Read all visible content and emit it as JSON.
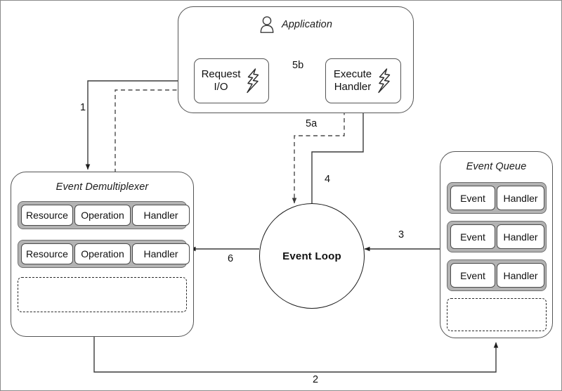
{
  "diagram": {
    "title": "Reactor pattern / event loop architecture",
    "colors": {
      "stroke": "#3b3b3b",
      "row_frame_fill": "#b3b3b3",
      "box_fill": "#ffffff",
      "page_border": "#8a8a8a"
    }
  },
  "application": {
    "title": "Application",
    "icon": "user-icon",
    "boxes": [
      {
        "label": "Request\nI/O",
        "icon": "lightning-bolt-icon"
      },
      {
        "label": "Execute\nHandler",
        "icon": "lightning-bolt-icon"
      }
    ]
  },
  "demultiplexer": {
    "title": "Event Demultiplexer",
    "columns": [
      "Resource",
      "Operation",
      "Handler"
    ],
    "rows": [
      [
        "Resource",
        "Operation",
        "Handler"
      ],
      [
        "Resource",
        "Operation",
        "Handler"
      ]
    ],
    "empty_slot": ""
  },
  "event_queue": {
    "title": "Event Queue",
    "columns": [
      "Event",
      "Handler"
    ],
    "rows": [
      [
        "Event",
        "Handler"
      ],
      [
        "Event",
        "Handler"
      ],
      [
        "Event",
        "Handler"
      ]
    ],
    "empty_slot": ""
  },
  "event_loop": {
    "label": "Event Loop"
  },
  "edges": [
    {
      "id": "e1",
      "label": "1",
      "style": "solid",
      "from": "Application",
      "to": "Event Demultiplexer"
    },
    {
      "id": "e2",
      "label": "2",
      "style": "solid",
      "from": "Event Demultiplexer",
      "to": "Event Queue"
    },
    {
      "id": "e3",
      "label": "3",
      "style": "solid",
      "from": "Event Queue",
      "to": "Event Loop"
    },
    {
      "id": "e4",
      "label": "4",
      "style": "solid",
      "from": "Event Loop",
      "to": "Execute Handler"
    },
    {
      "id": "e5a",
      "label": "5a",
      "style": "dashed",
      "from": "Execute Handler",
      "to": "Event Loop"
    },
    {
      "id": "e5b",
      "label": "5b",
      "style": "solid",
      "from": "Execute Handler",
      "to": "Request I/O"
    },
    {
      "id": "e6",
      "label": "6",
      "style": "solid",
      "from": "Event Loop",
      "to": "Event Demultiplexer"
    }
  ]
}
